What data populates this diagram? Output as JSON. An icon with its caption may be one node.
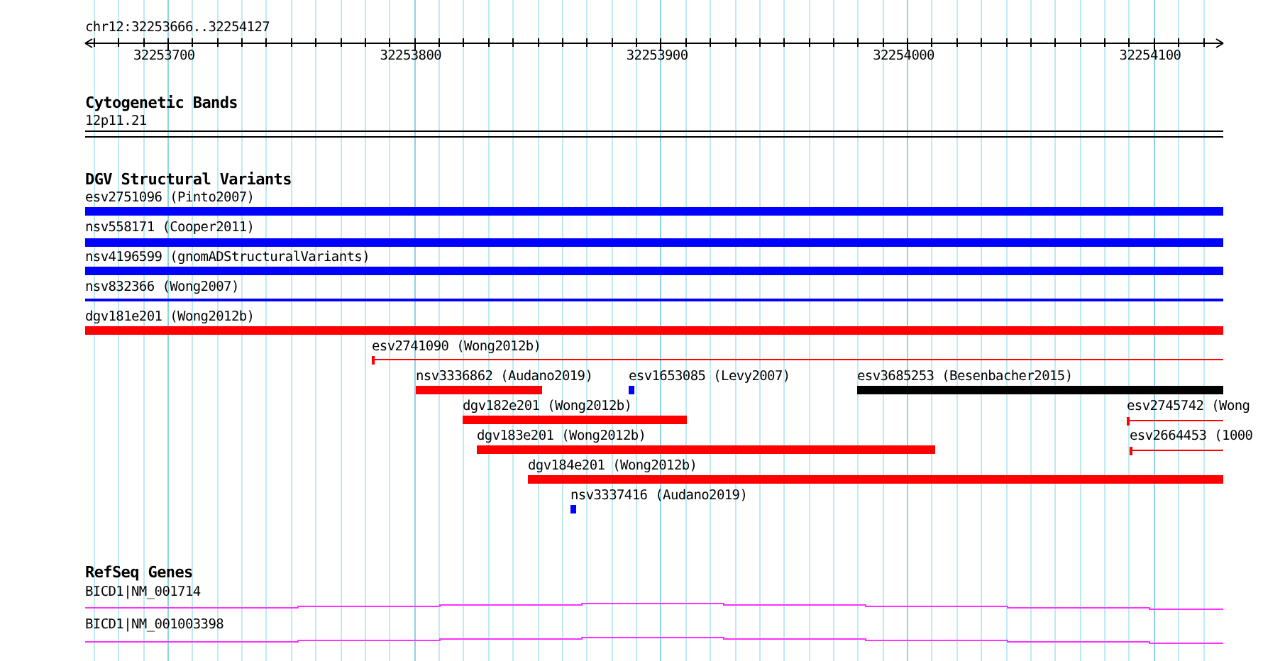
{
  "diagram": {
    "nodes": [
      {
        "text": [
          "Cytogenetic Bands"
        ]
      },
      {
        "text": [
          "12p11.21"
        ],
        "in": 0
      },
      {
        "text": [
          "DGV Structural Variants"
        ]
      },
      {
        "text": [
          "esv2751096 (Pinto2007)"
        ],
        "in": 2
      },
      {
        "text": [
          "nsv558171 (Cooper2011)"
        ],
        "in": 2
      },
      {
        "text": [
          "nsv4196599 (gnomADStructuralVariants)"
        ],
        "in": 2
      },
      {
        "text": [
          "nsv832366 (Wong2007)"
        ],
        "in": 2
      },
      {
        "text": [
          "dgv181e201 (Wong2012b)"
        ],
        "in": 2
      },
      {
        "text": [
          "esv2741090 (Wong2012b)"
        ],
        "in": 2
      },
      {
        "text": [
          "nsv3336862 (Audano2019)"
        ],
        "in": 2
      },
      {
        "text": [
          "esv1653085 (Levy2007)"
        ],
        "in": 2
      },
      {
        "text": [
          "esv3685253 (Besenbacher2015)"
        ],
        "in": 2
      },
      {
        "text": [
          "dgv182e201 (Wong2012b)"
        ],
        "in": 2
      },
      {
        "text": [
          "esv2745742 (Wong"
        ],
        "in": 2
      },
      {
        "text": [
          "dgv183e201 (Wong2012b)"
        ],
        "in": 2
      },
      {
        "text": [
          "esv2664453 (1000"
        ],
        "in": 2
      },
      {
        "text": [
          "dgv184e201 (Wong2012b)"
        ],
        "in": 2
      },
      {
        "text": [
          "nsv3337416 (Audano2019)"
        ],
        "in": 2
      },
      {
        "text": [
          "RefSeq Genes"
        ]
      },
      {
        "text": [
          "BICD1|NM_001714"
        ],
        "in": 18
      },
      {
        "text": [
          "BICD1|NM_001003398"
        ],
        "in": 18
      }
    ],
    "labels": [
      "chr12:32253666..32254127",
      "32253700",
      "32253800",
      "32253900",
      "32254000",
      "32254100"
    ]
  }
}
